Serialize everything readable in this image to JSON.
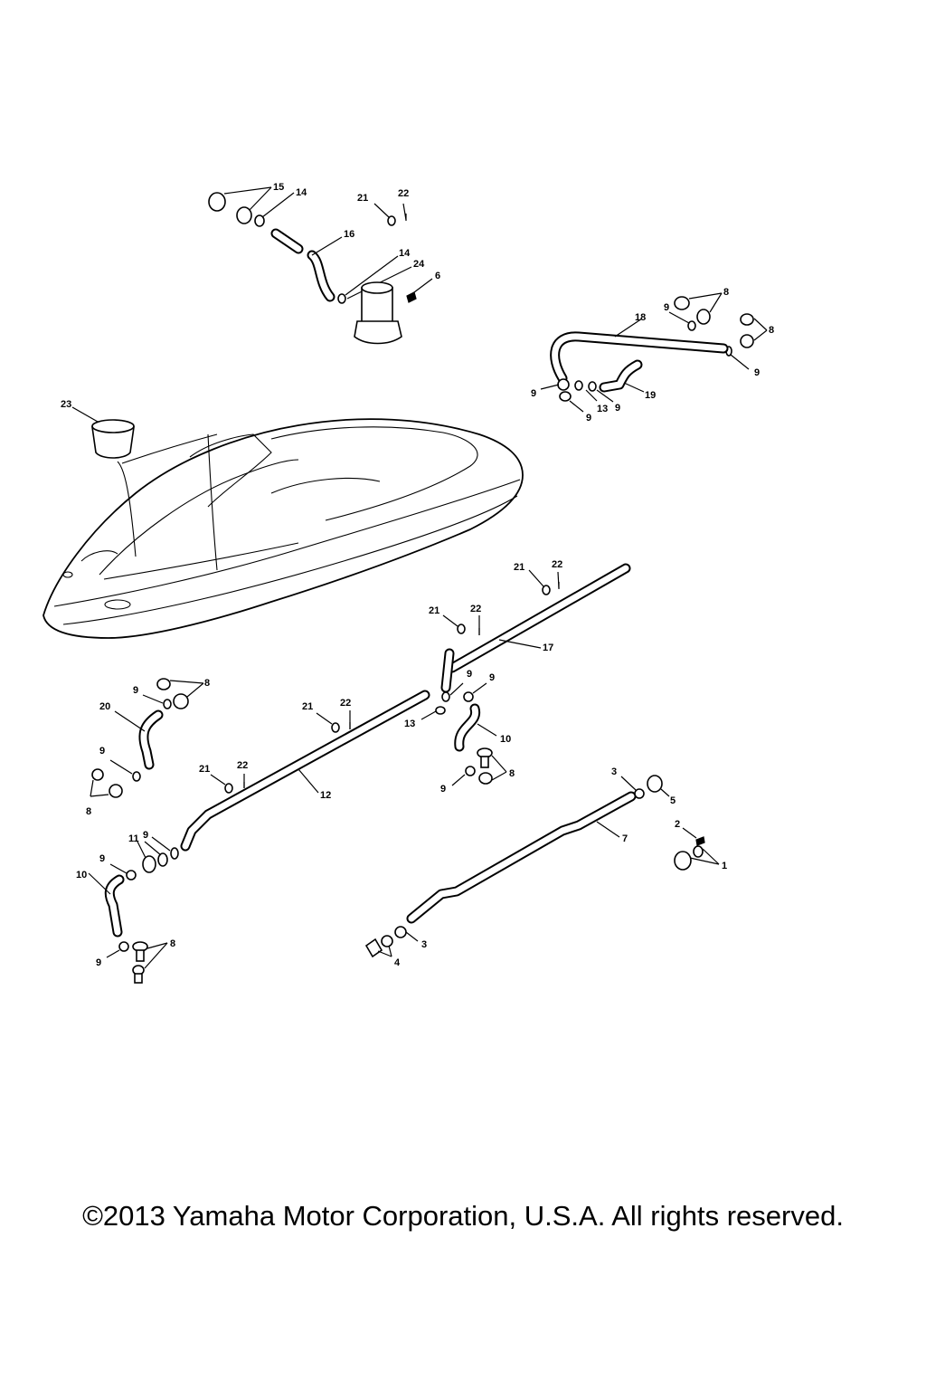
{
  "copyright": "©2013 Yamaha Motor Corporation, U.S.A. All rights reserved.",
  "callouts": [
    "1",
    "2",
    "3",
    "4",
    "5",
    "6",
    "7",
    "8",
    "9",
    "10",
    "11",
    "12",
    "13",
    "14",
    "15",
    "16",
    "17",
    "18",
    "19",
    "20",
    "21",
    "22",
    "23",
    "24"
  ]
}
